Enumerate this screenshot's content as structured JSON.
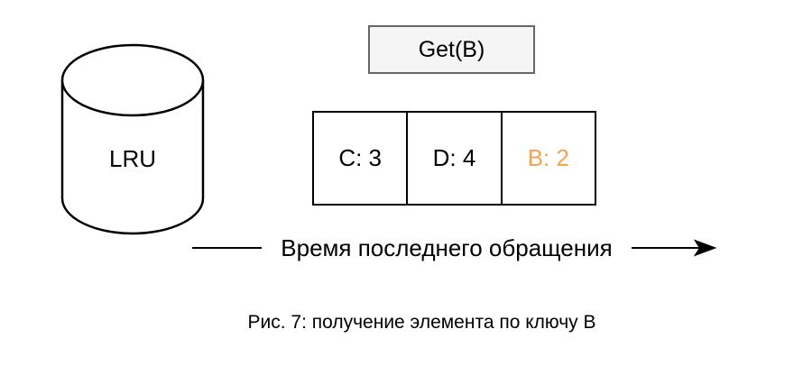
{
  "figure": {
    "cache": {
      "label": "LRU"
    },
    "operation": {
      "label": "Get(B)"
    },
    "cells": [
      {
        "key": "C",
        "value": 3,
        "label": "C: 3",
        "color": "#000000"
      },
      {
        "key": "D",
        "value": 4,
        "label": "D: 4",
        "color": "#000000"
      },
      {
        "key": "B",
        "value": 2,
        "label": "B: 2",
        "color": "#f8a250"
      }
    ],
    "axis": {
      "label": "Время последнего обращения"
    },
    "caption": "Рис. 7: получение элемента по ключу B",
    "colors": {
      "stroke": "#000000",
      "highlight": "#f8a250",
      "operation_border": "#666666",
      "operation_fill": "#f5f5f5"
    }
  }
}
